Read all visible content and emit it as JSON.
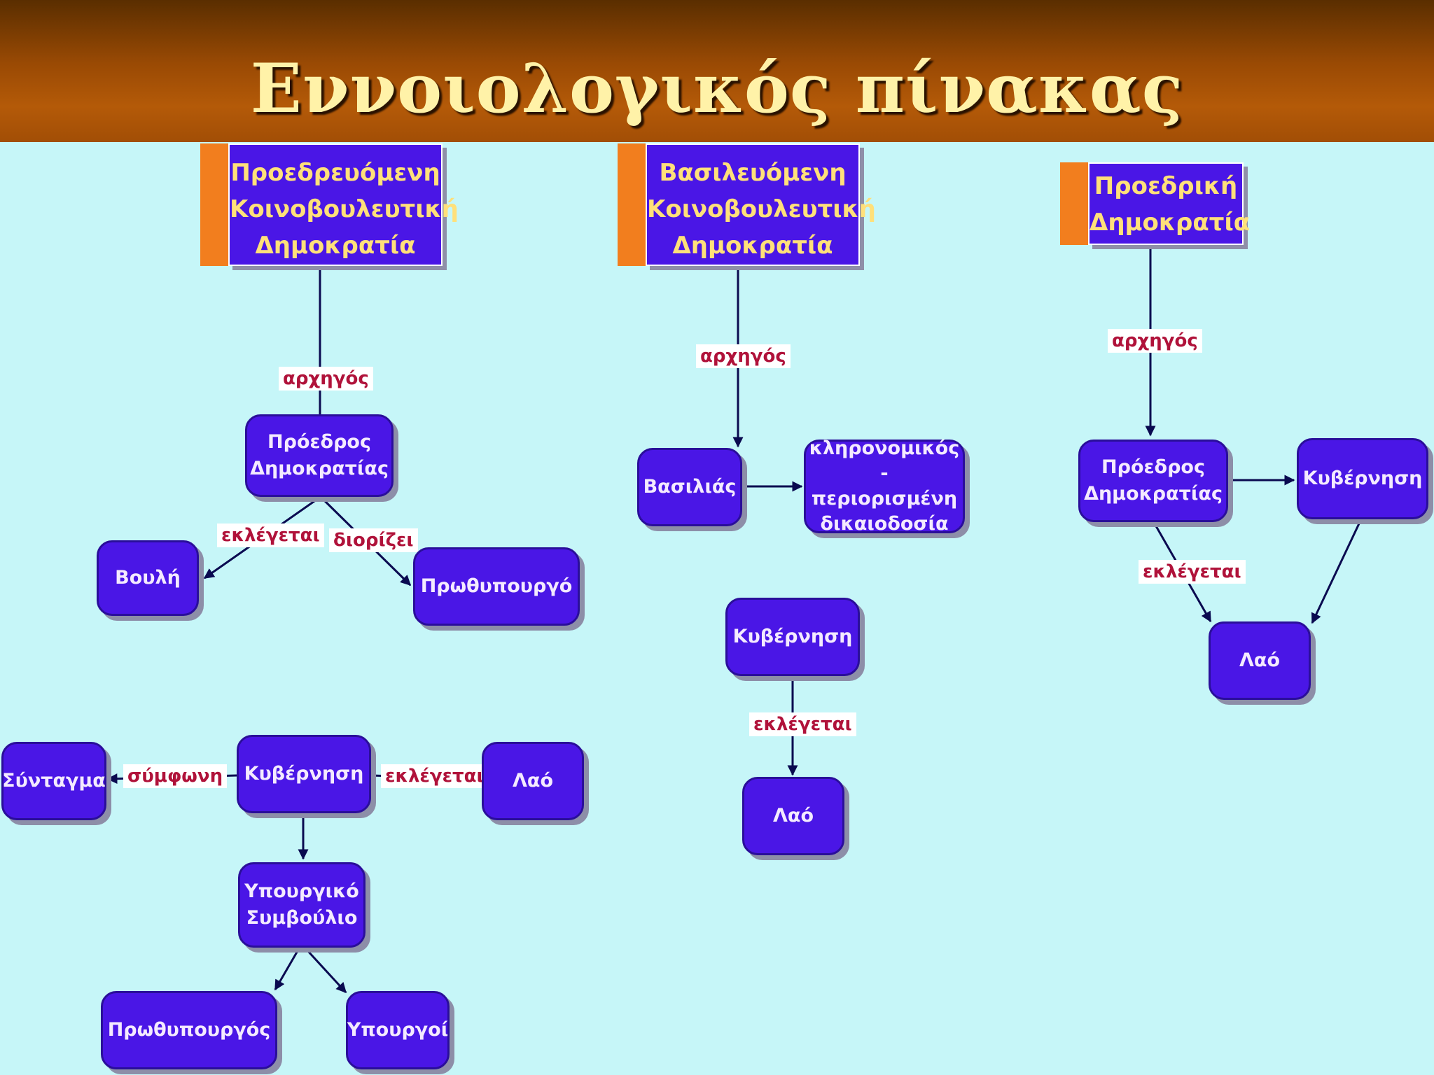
{
  "title": "Εννοιολογικός πίνακας",
  "columns": {
    "left": {
      "header": "Προεδρευόμενη Κοινοβουλευτική Δημοκρατία",
      "president": "Πρόεδρος Δημοκρατίας",
      "parliament": "Βουλή",
      "prime_minister": "Πρωθυπουργό",
      "constitution": "Σύνταγμα",
      "government": "Κυβέρνηση",
      "people": "Λαό",
      "cabinet": "Υπουργικό Συμβούλιο",
      "prime_minister_nom": "Πρωθυπουργός",
      "ministers": "Υπουργοί",
      "labels": {
        "head": "αρχηγός",
        "elected": "εκλέγεται",
        "appoints": "διορίζει",
        "according": "σύμφωνη",
        "elected2": "εκλέγεται"
      }
    },
    "middle": {
      "header": "Βασιλευόμενη Κοινοβουλευτική Δημοκρατία",
      "king": "Βασιλιάς",
      "hereditary": "κληρονομικός - περιορισμένη δικαιοδοσία",
      "government": "Κυβέρνηση",
      "people": "Λαό",
      "labels": {
        "head": "αρχηγός",
        "elected": "εκλέγεται"
      }
    },
    "right": {
      "header": "Προεδρική Δημοκρατία",
      "president": "Πρόεδρος Δημοκρατίας",
      "government": "Κυβέρνηση",
      "people": "Λαό",
      "labels": {
        "head": "αρχηγός",
        "elected": "εκλέγεται"
      }
    }
  },
  "colors": {
    "node": "#4a16e6",
    "accent": "#f27e1e",
    "label": "#b0123a",
    "background": "#c6f6f8"
  }
}
